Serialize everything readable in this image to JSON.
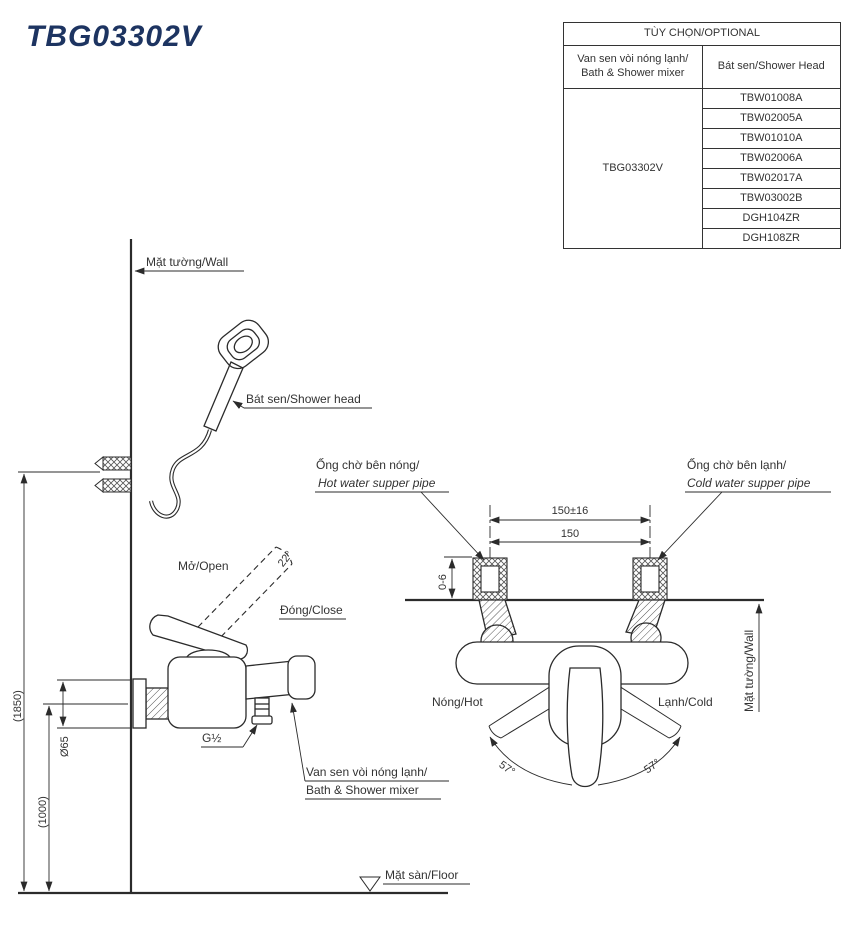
{
  "title": "TBG03302V",
  "option_table": {
    "title": "TÙY CHỌN/OPTIONAL",
    "mixer_col_header_line1": "Van sen vòi nóng lạnh/",
    "mixer_col_header_line2": "Bath & Shower mixer",
    "head_col_header": "Bát sen/Shower Head",
    "mixer_code": "TBG03302V",
    "shower_heads": [
      "TBW01008A",
      "TBW02005A",
      "TBW01010A",
      "TBW02006A",
      "TBW02017A",
      "TBW03002B",
      "DGH104ZR",
      "DGH108ZR"
    ]
  },
  "diagram": {
    "wall_label_top": "Mặt tường/Wall",
    "shower_head_label": "Bát sen/Shower head",
    "open_label": "Mở/Open",
    "open_angle": "22°",
    "close_label": "Đóng/Close",
    "thread_label": "G½",
    "escutcheon_dia": "Ø65",
    "height_overall": "(1850)",
    "height_mixer": "(1000)",
    "mixer_label_line1": "Van sen vòi nóng lạnh/",
    "mixer_label_line2": "Bath & Shower mixer",
    "floor_label": "Mặt sàn/Floor",
    "hot_pipe_label_line1": "Ống chờ bên nóng/",
    "hot_pipe_label_line2": "Hot water supper pipe",
    "cold_pipe_label_line1": "Ống chờ bên lạnh/",
    "cold_pipe_label_line2": "Cold water supper pipe",
    "pitch_tolerance": "150±16",
    "pitch": "150",
    "protrusion": "0-6",
    "hot_label": "Nóng/Hot",
    "cold_label": "Lạnh/Cold",
    "wall_label_right": "Mặt tường/Wall",
    "swing_left": "57°",
    "swing_right": "57°"
  },
  "colors": {
    "title": "#1d3461",
    "text": "#333333",
    "line": "#2b2b2b"
  }
}
